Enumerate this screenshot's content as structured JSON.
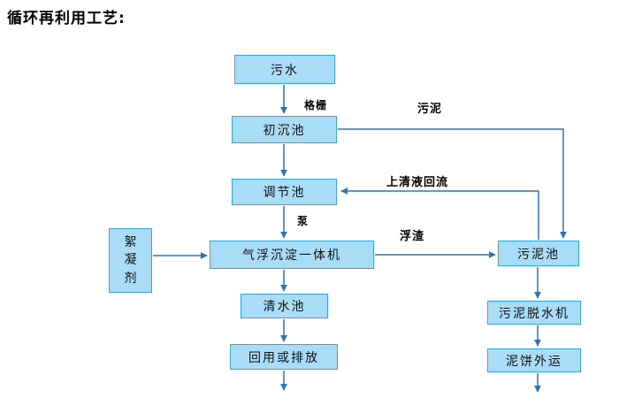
{
  "title": "循环再利用工艺:",
  "diagram": {
    "nodes": [
      {
        "id": "sewage",
        "label": "污水"
      },
      {
        "id": "primary",
        "label": "初沉池"
      },
      {
        "id": "regulating",
        "label": "调节池"
      },
      {
        "id": "flotation",
        "label": "气浮沉淀一体机"
      },
      {
        "id": "clearwater",
        "label": "清水池"
      },
      {
        "id": "reuse",
        "label": "回用或排放"
      },
      {
        "id": "flocculant",
        "label": "絮凝剂"
      },
      {
        "id": "sludgetank",
        "label": "污泥池"
      },
      {
        "id": "dewatering",
        "label": "污泥脱水机"
      },
      {
        "id": "mudcake",
        "label": "泥饼外运"
      }
    ],
    "labels": [
      {
        "id": "grid",
        "text": "格栅"
      },
      {
        "id": "sludge",
        "text": "污泥"
      },
      {
        "id": "supernatant",
        "text": "上清液回流"
      },
      {
        "id": "pump",
        "text": "泵"
      },
      {
        "id": "scum",
        "text": "浮渣"
      }
    ],
    "colors": {
      "box_fill": "#A9DCF6",
      "box_border": "#38A3DC",
      "arrow": "#2E75B6",
      "text": "#000000"
    }
  }
}
